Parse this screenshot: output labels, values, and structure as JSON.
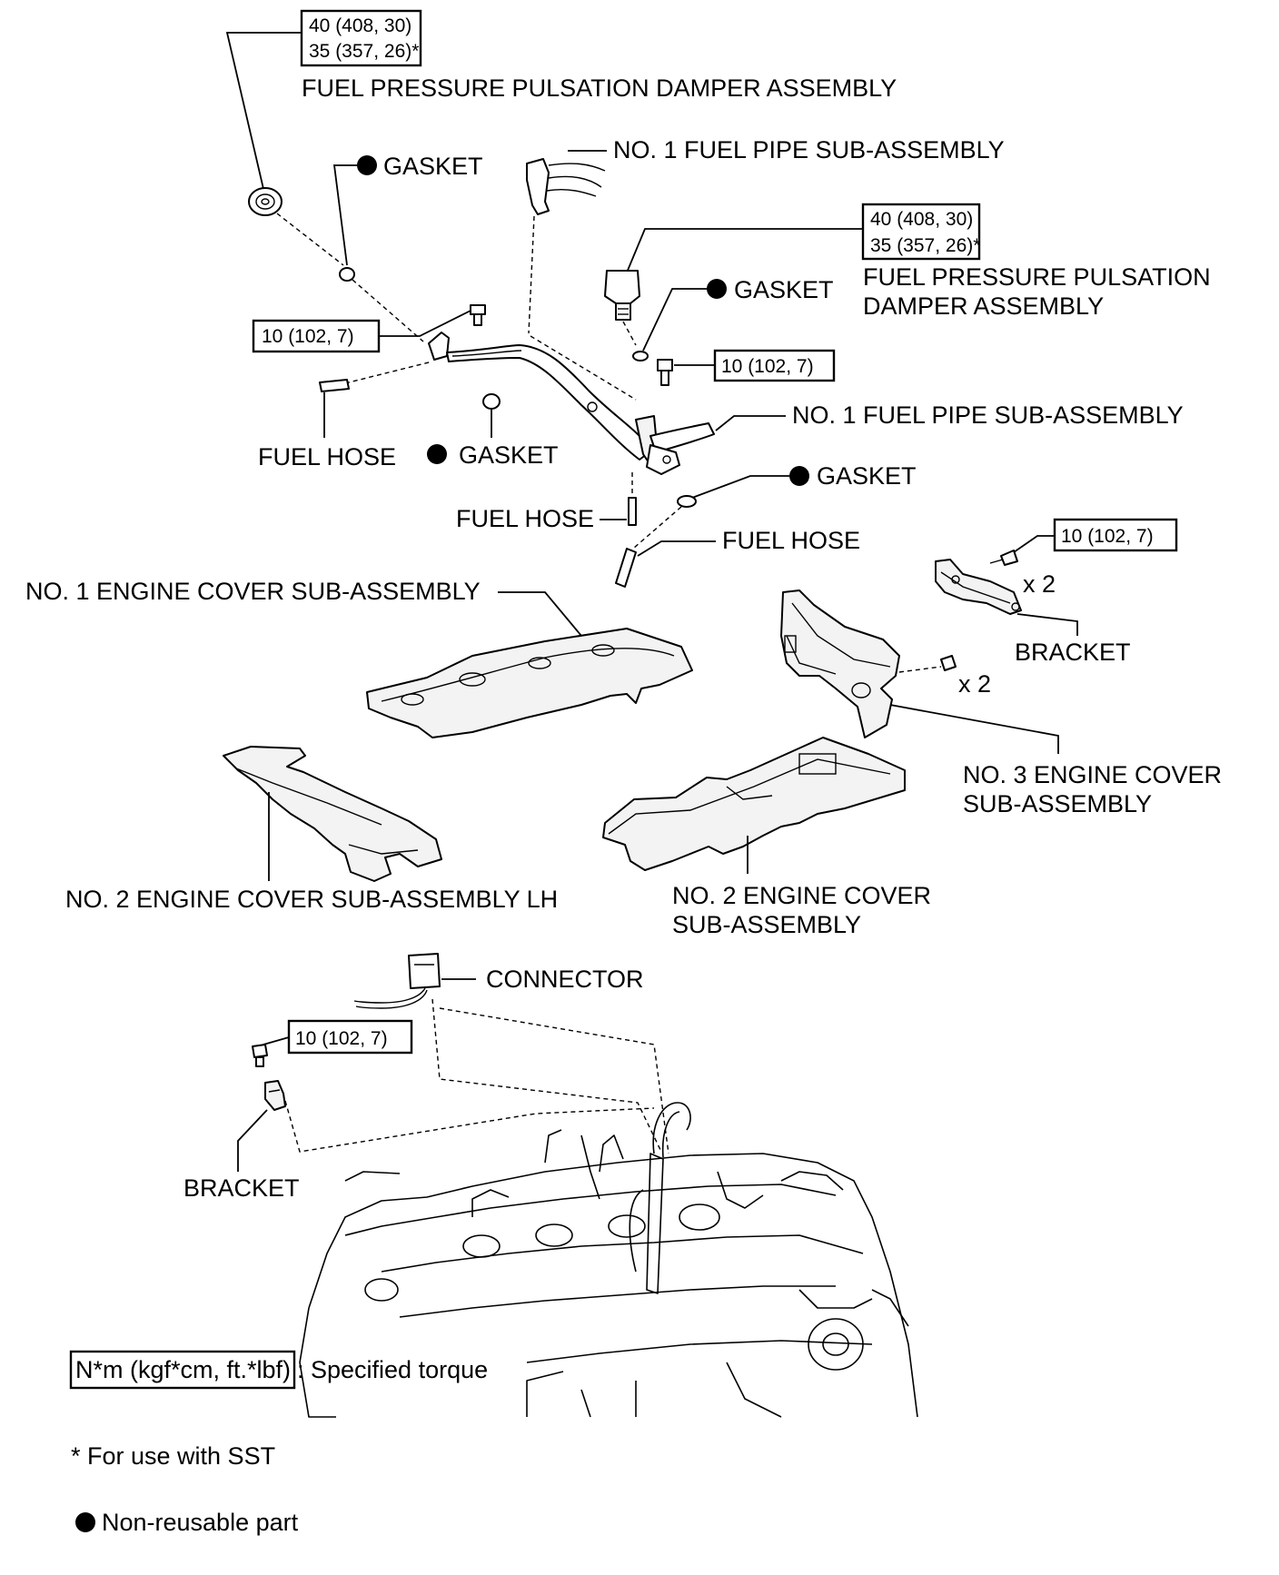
{
  "labels": {
    "fppd_top": "FUEL PRESSURE PULSATION DAMPER ASSEMBLY",
    "gasket_top": "GASKET",
    "fuel_pipe_top": "NO. 1 FUEL PIPE SUB-ASSEMBLY",
    "fppd_right_1": "FUEL PRESSURE PULSATION",
    "fppd_right_2": "DAMPER ASSEMBLY",
    "gasket_right_top": "GASKET",
    "fuel_pipe_right": "NO. 1 FUEL PIPE SUB-ASSEMBLY",
    "gasket_right": "GASKET",
    "fuel_hose_left": "FUEL HOSE",
    "gasket_mid": "GASKET",
    "fuel_hose_mid": "FUEL HOSE",
    "fuel_hose_right": "FUEL HOSE",
    "engine_cover_1": "NO. 1 ENGINE COVER SUB-ASSEMBLY",
    "bracket_right": "BRACKET",
    "x2_upper": "x 2",
    "x2_lower": "x 2",
    "engine_cover_3_1": "NO. 3 ENGINE COVER",
    "engine_cover_3_2": "SUB-ASSEMBLY",
    "engine_cover_2lh": "NO. 2 ENGINE COVER SUB-ASSEMBLY LH",
    "engine_cover_2_1": "NO. 2 ENGINE COVER",
    "engine_cover_2_2": "SUB-ASSEMBLY",
    "connector": "CONNECTOR",
    "bracket_left": "BRACKET"
  },
  "torques": {
    "fppd_top_1": "40 (408, 30)",
    "fppd_top_2": "35 (357, 26)*",
    "fppd_right_1": "40 (408, 30)",
    "fppd_right_2": "35 (357, 26)*",
    "bolt_left": "10 (102, 7)",
    "bolt_mid": "10 (102, 7)",
    "bolt_bracket": "10 (102, 7)",
    "bolt_connector": "10 (102, 7)"
  },
  "legend": {
    "torque_units": "N*m (kgf*cm, ft.*lbf)",
    "torque_desc": ": Specified torque",
    "sst_note": "* For use with SST",
    "nonreusable": "Non-reusable part"
  }
}
